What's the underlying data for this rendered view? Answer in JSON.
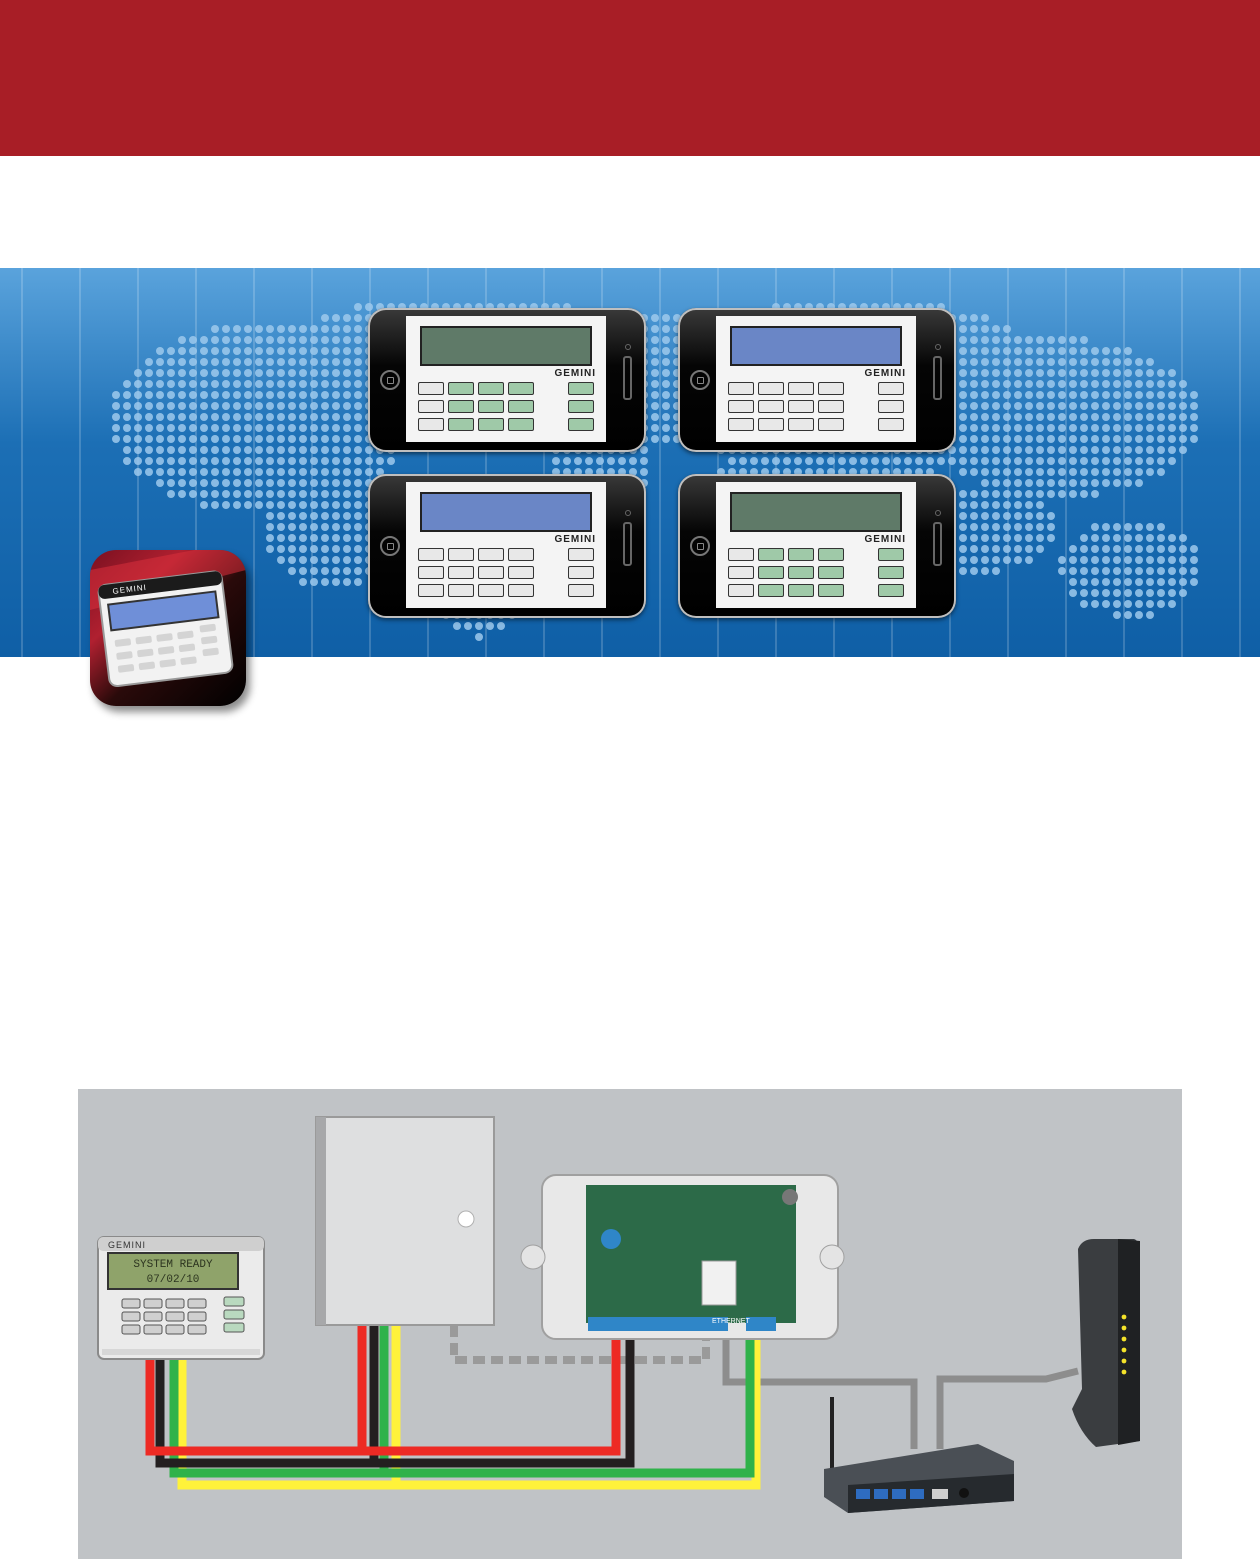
{
  "colors": {
    "header_red": "#a81e26",
    "map_blue": "#1f6fb2",
    "diagram_bg": "#c0c3c6",
    "wire_red": "#ed2a24",
    "wire_black": "#231f20",
    "wire_green": "#2fb24a",
    "wire_yellow": "#fff23a",
    "cable_gray": "#8d8d8d"
  },
  "phones": [
    {
      "lcd_color": "#5f7a68",
      "brand": "GEMINI",
      "style": "green"
    },
    {
      "lcd_color": "#6a86c6",
      "brand": "GEMINI",
      "style": "white"
    },
    {
      "lcd_color": "#6a86c6",
      "brand": "GEMINI",
      "style": "white"
    },
    {
      "lcd_color": "#5f7a68",
      "brand": "GEMINI",
      "style": "green"
    }
  ],
  "app_icon": {
    "brand": "GEMINI"
  },
  "keypad": {
    "brand": "GEMINI",
    "lcd_line1": "SYSTEM READY",
    "lcd_line2": "07/02/10"
  },
  "module": {
    "ethernet_label": "ETHERNET"
  }
}
